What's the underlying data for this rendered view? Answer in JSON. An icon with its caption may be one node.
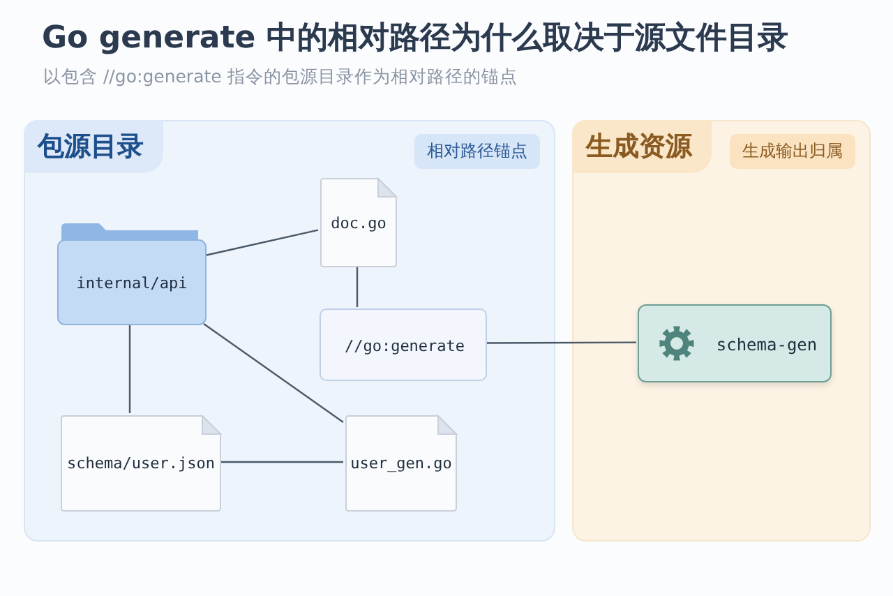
{
  "diagram": {
    "title": "Go generate 中的相对路径为什么取决于源文件目录",
    "caption": "以包含 //go:generate 指令的包源目录作为相对路径的锚点",
    "nodes": [
      {
        "text": [
          "包源目录",
          "相对路径锚点"
        ]
      },
      {
        "text": [
          "internal/api"
        ],
        "in": 0
      },
      {
        "text": [
          "doc.go"
        ],
        "in": 0
      },
      {
        "text": [
          "//go:generate"
        ],
        "in": 0
      },
      {
        "text": [
          "schema/user.json"
        ],
        "in": 0
      },
      {
        "text": [
          "user_gen.go"
        ],
        "in": 0
      },
      {
        "text": [
          "生成资源",
          "生成输出归属"
        ]
      },
      {
        "text": [
          "schema-gen"
        ],
        "in": 6
      }
    ],
    "edges": [
      {
        "from": 1,
        "to": 2,
        "arrow": "none"
      },
      {
        "from": 2,
        "to": 3,
        "arrow": "none"
      },
      {
        "from": 3,
        "to": 7,
        "arrow": "none"
      },
      {
        "from": 1,
        "to": 4,
        "arrow": "none"
      },
      {
        "from": 1,
        "to": 5,
        "arrow": "none"
      },
      {
        "from": 4,
        "to": 5,
        "arrow": "none"
      }
    ]
  }
}
